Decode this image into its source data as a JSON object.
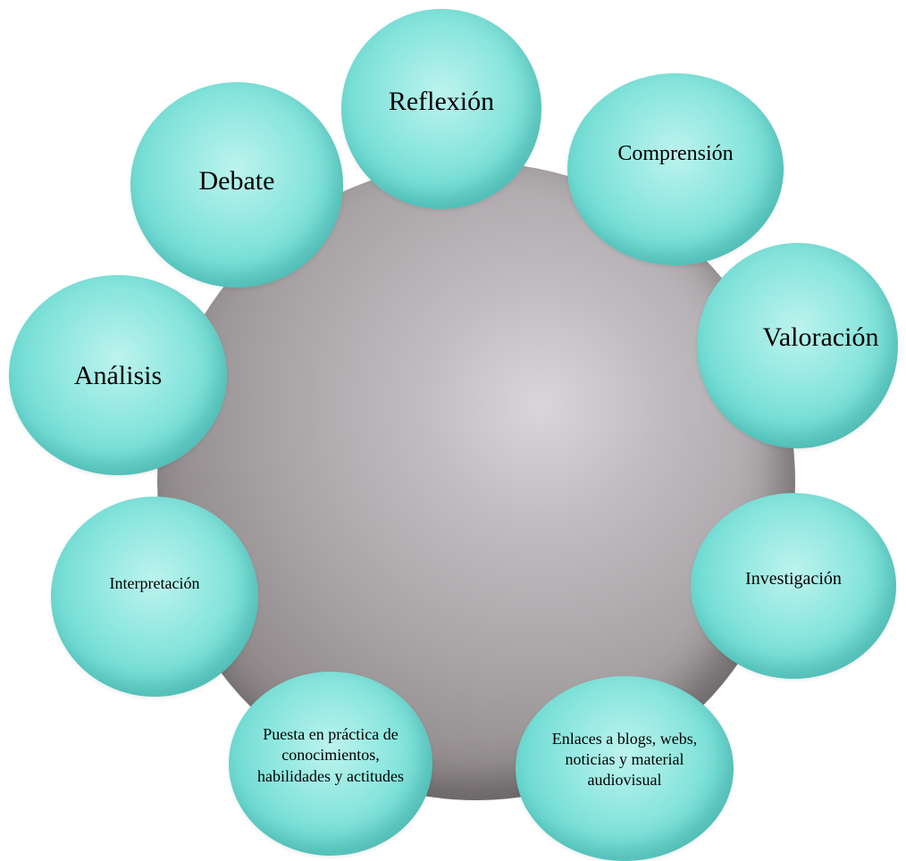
{
  "diagram": {
    "nodes": [
      {
        "id": "reflexion",
        "label": "Reflexión"
      },
      {
        "id": "comprension",
        "label": "Comprensión"
      },
      {
        "id": "debate",
        "label": "Debate"
      },
      {
        "id": "valoracion",
        "label": "Valoración"
      },
      {
        "id": "analisis",
        "label": "Análisis"
      },
      {
        "id": "interpretacion",
        "label": "Interpretación"
      },
      {
        "id": "investigacion",
        "label": "Investigación"
      },
      {
        "id": "puesta",
        "label": "Puesta en práctica de conocimientos, habilidades y actitudes"
      },
      {
        "id": "enlaces",
        "label": "Enlaces a blogs, webs, noticias y material audiovisual"
      }
    ],
    "colors": {
      "bubble": "#7fe3db",
      "center": "#a9a4a6"
    }
  }
}
